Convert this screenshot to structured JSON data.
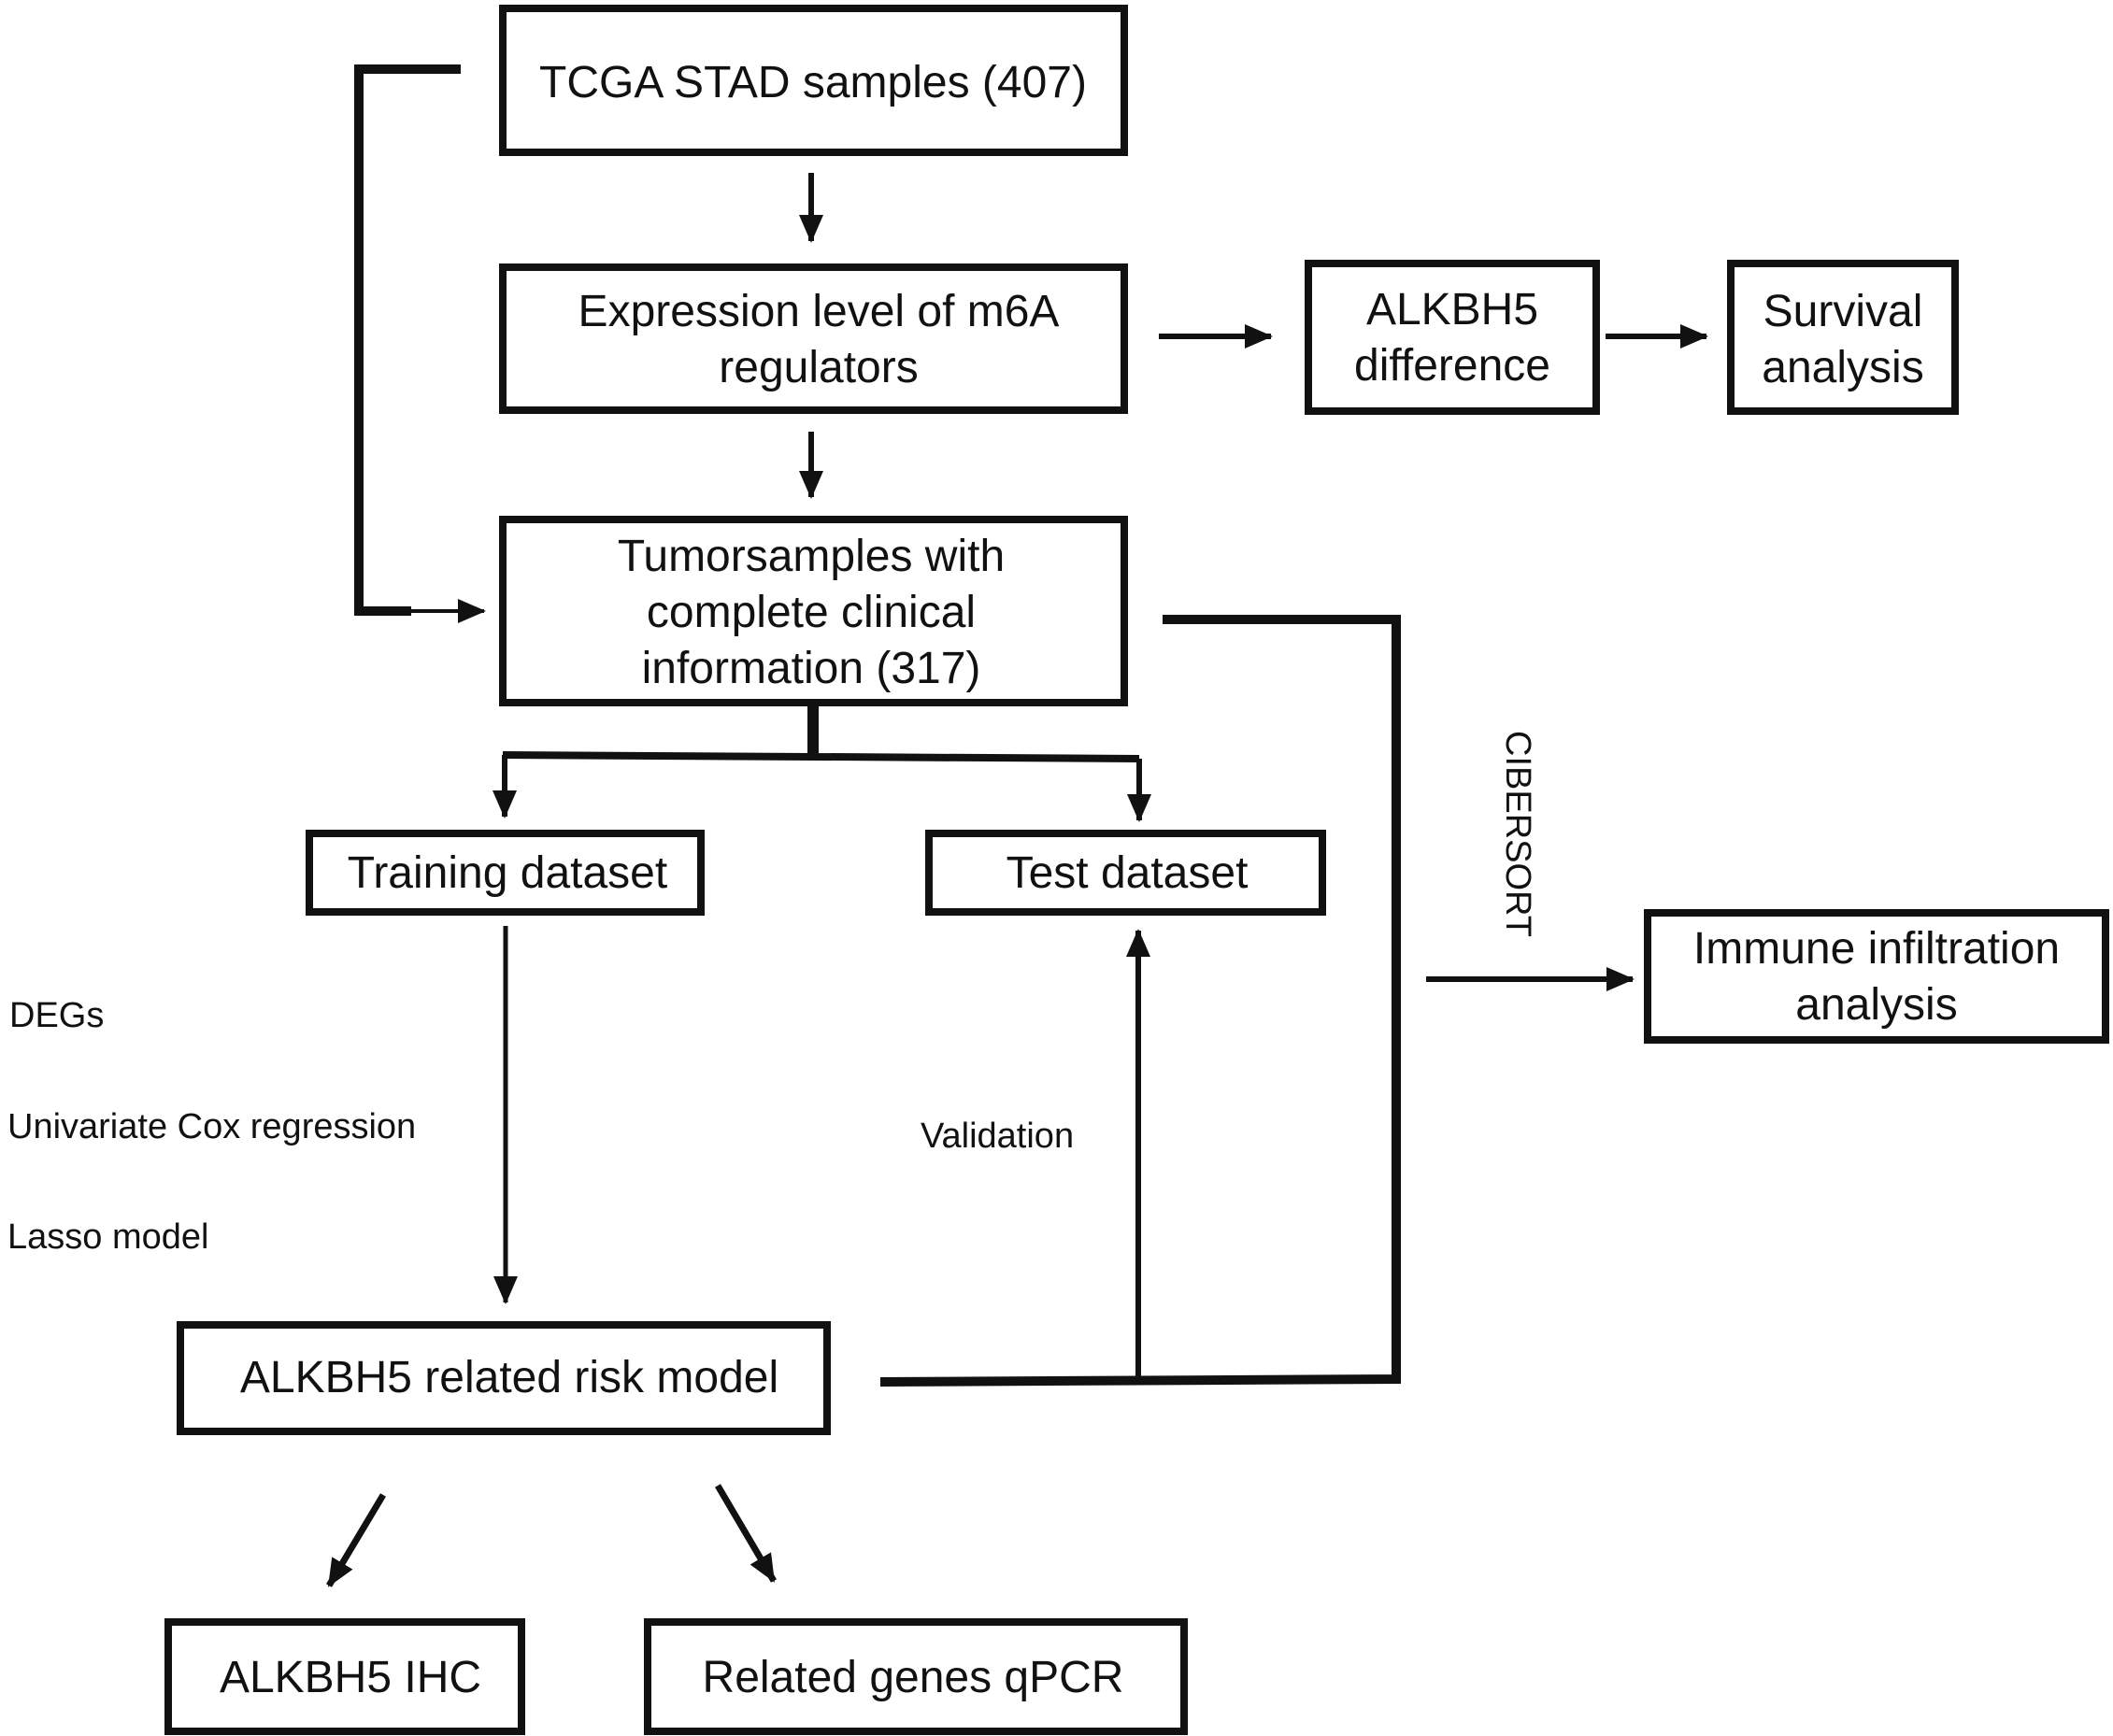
{
  "nodes": {
    "tcga": {
      "lines": [
        "TCGA STAD samples (407)"
      ]
    },
    "expression": {
      "lines": [
        "Expression level of m6A",
        "regulators"
      ]
    },
    "alkbh5_diff": {
      "lines": [
        "ALKBH5",
        "difference"
      ]
    },
    "survival": {
      "lines": [
        "Survival",
        "analysis"
      ]
    },
    "tumor": {
      "lines": [
        "Tumorsamples with",
        "complete clinical",
        "information (317)"
      ]
    },
    "training": {
      "lines": [
        "Training dataset"
      ]
    },
    "test": {
      "lines": [
        "Test dataset"
      ]
    },
    "immune": {
      "lines": [
        "Immune infiltration",
        "analysis"
      ]
    },
    "risk_model": {
      "lines": [
        "ALKBH5 related risk model"
      ]
    },
    "ihc": {
      "lines": [
        "ALKBH5 IHC"
      ]
    },
    "qpcr": {
      "lines": [
        "Related genes qPCR"
      ]
    }
  },
  "labels": {
    "degs": "DEGs",
    "cox": "Univariate Cox regression",
    "lasso": "Lasso model",
    "validation": "Validation",
    "cibersort": "CIBERSORT"
  },
  "colors": {
    "stroke": "#111111",
    "background": "#ffffff"
  }
}
